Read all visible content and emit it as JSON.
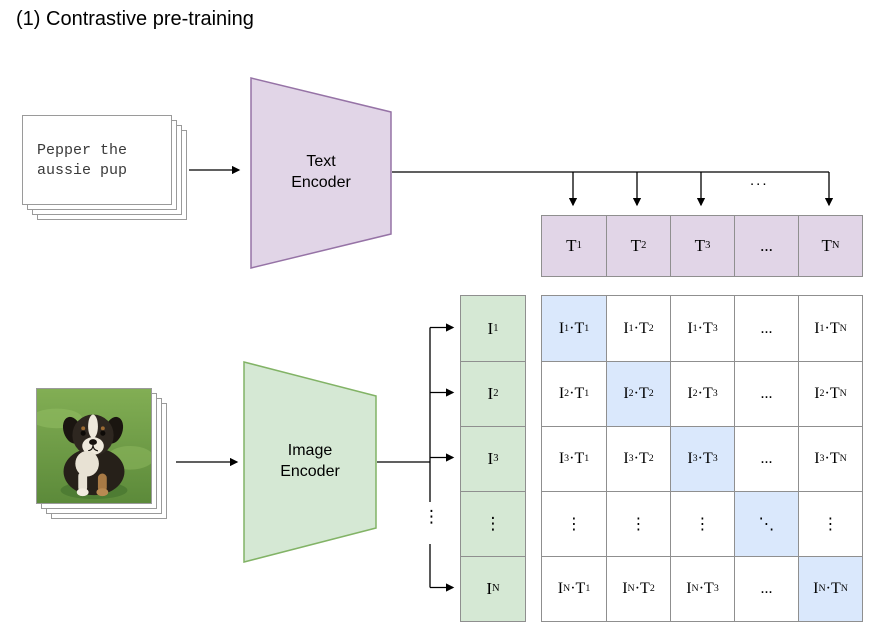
{
  "title": "(1) Contrastive pre-training",
  "text_input": {
    "lines": [
      "Pepper the",
      "aussie pup"
    ]
  },
  "encoders": {
    "text": "Text\nEncoder",
    "image": "Image\nEncoder"
  },
  "embeddings": {
    "text": [
      "T_1",
      "T_2",
      "T_3",
      "...",
      "T_N"
    ],
    "image": [
      "I_1",
      "I_2",
      "I_3",
      "⋮",
      "I_N"
    ]
  },
  "connector_ellipsis": "...",
  "branch_ellipsis": "⋮",
  "matrix": {
    "rows": [
      [
        "I_1·T_1",
        "I_1·T_2",
        "I_1·T_3",
        "...",
        "I_1·T_N"
      ],
      [
        "I_2·T_1",
        "I_2·T_2",
        "I_2·T_3",
        "...",
        "I_2·T_N"
      ],
      [
        "I_3·T_1",
        "I_3·T_2",
        "I_3·T_3",
        "...",
        "I_3·T_N"
      ],
      [
        "⋮",
        "⋮",
        "⋮",
        "⋱",
        "⋮"
      ],
      [
        "I_N·T_1",
        "I_N·T_2",
        "I_N·T_3",
        "...",
        "I_N·T_N"
      ]
    ]
  },
  "colors": {
    "text_encoder_fill": "#e1d5e7",
    "text_encoder_stroke": "#9673a6",
    "image_encoder_fill": "#d5e8d4",
    "image_encoder_stroke": "#82b366",
    "diagonal_highlight_fill": "#dae8fc",
    "grid_stroke": "#8f8f8f",
    "arrow_color": "#000000"
  }
}
